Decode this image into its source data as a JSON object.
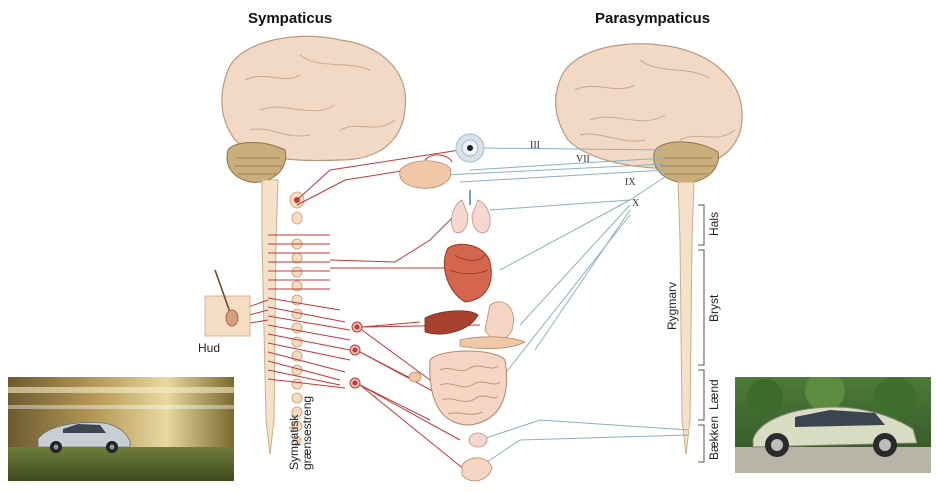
{
  "headings": {
    "left": "Sympaticus",
    "right": "Parasympaticus"
  },
  "labels": {
    "skin": "Hud",
    "chain_line1": "Sympatisk",
    "chain_line2": "grænsestreng",
    "spinal_cord": "Rygmarv",
    "regions": [
      "Hals",
      "Bryst",
      "Lænd",
      "Bækken"
    ],
    "cranial_nerves": [
      "III",
      "VII",
      "IX",
      "X"
    ]
  },
  "colors": {
    "sympathetic": "#c0393b",
    "parasympathetic": "#8fb0c0",
    "brain": "#f1d9c6",
    "cerebellum": "#c9ad7a",
    "cord": "#f3e2c8",
    "organ": "#f0c8a8"
  },
  "photos": {
    "left": "speeding-car-photo",
    "right": "parked-car-photo"
  }
}
